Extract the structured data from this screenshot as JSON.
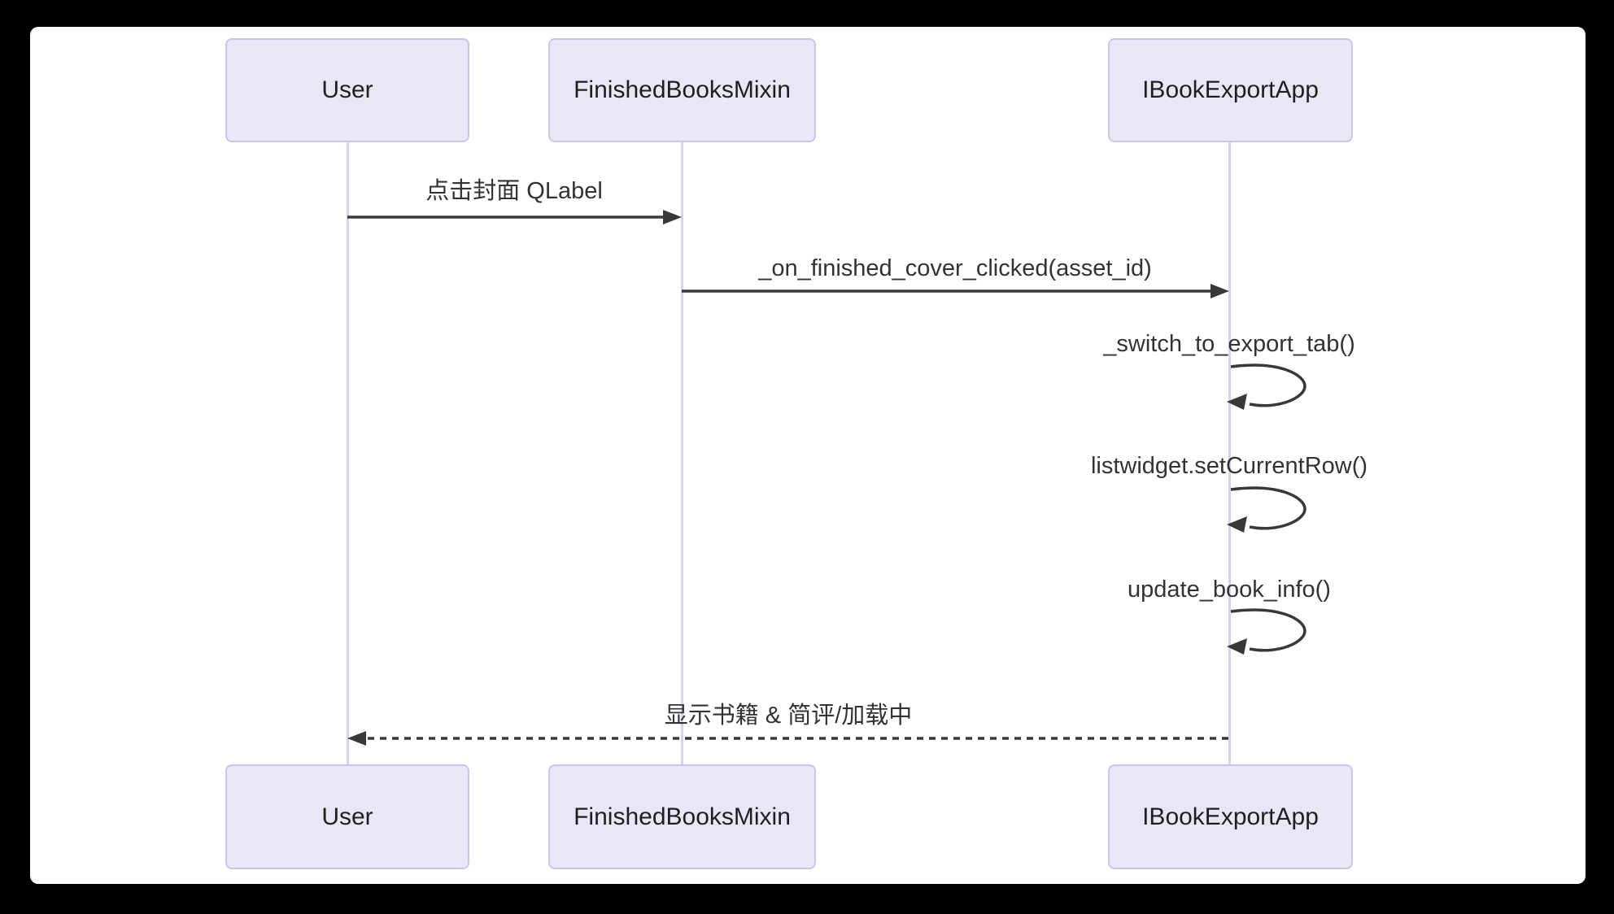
{
  "diagram_type": "sequence-diagram",
  "actors": [
    {
      "name": "User"
    },
    {
      "name": "FinishedBooksMixin"
    },
    {
      "name": "IBookExportApp"
    }
  ],
  "messages": [
    {
      "from": "User",
      "to": "FinishedBooksMixin",
      "label": "点击封面 QLabel",
      "style": "solid-arrow"
    },
    {
      "from": "FinishedBooksMixin",
      "to": "IBookExportApp",
      "label": "_on_finished_cover_clicked(asset_id)",
      "style": "solid-arrow"
    },
    {
      "from": "IBookExportApp",
      "to": "IBookExportApp",
      "label": "_switch_to_export_tab()",
      "style": "self-loop"
    },
    {
      "from": "IBookExportApp",
      "to": "IBookExportApp",
      "label": "listwidget.setCurrentRow()",
      "style": "self-loop"
    },
    {
      "from": "IBookExportApp",
      "to": "IBookExportApp",
      "label": "update_book_info()",
      "style": "self-loop"
    },
    {
      "from": "IBookExportApp",
      "to": "User",
      "label": "显示书籍 & 简评/加载中",
      "style": "dashed-arrow"
    }
  ],
  "colors": {
    "backdrop": "#000000",
    "canvas": "#ffffff",
    "actor_fill": "#eae6f8",
    "actor_border": "#ccc3ea",
    "lifeline": "#d8d2ee",
    "arrow": "#383838",
    "text": "#333333"
  }
}
